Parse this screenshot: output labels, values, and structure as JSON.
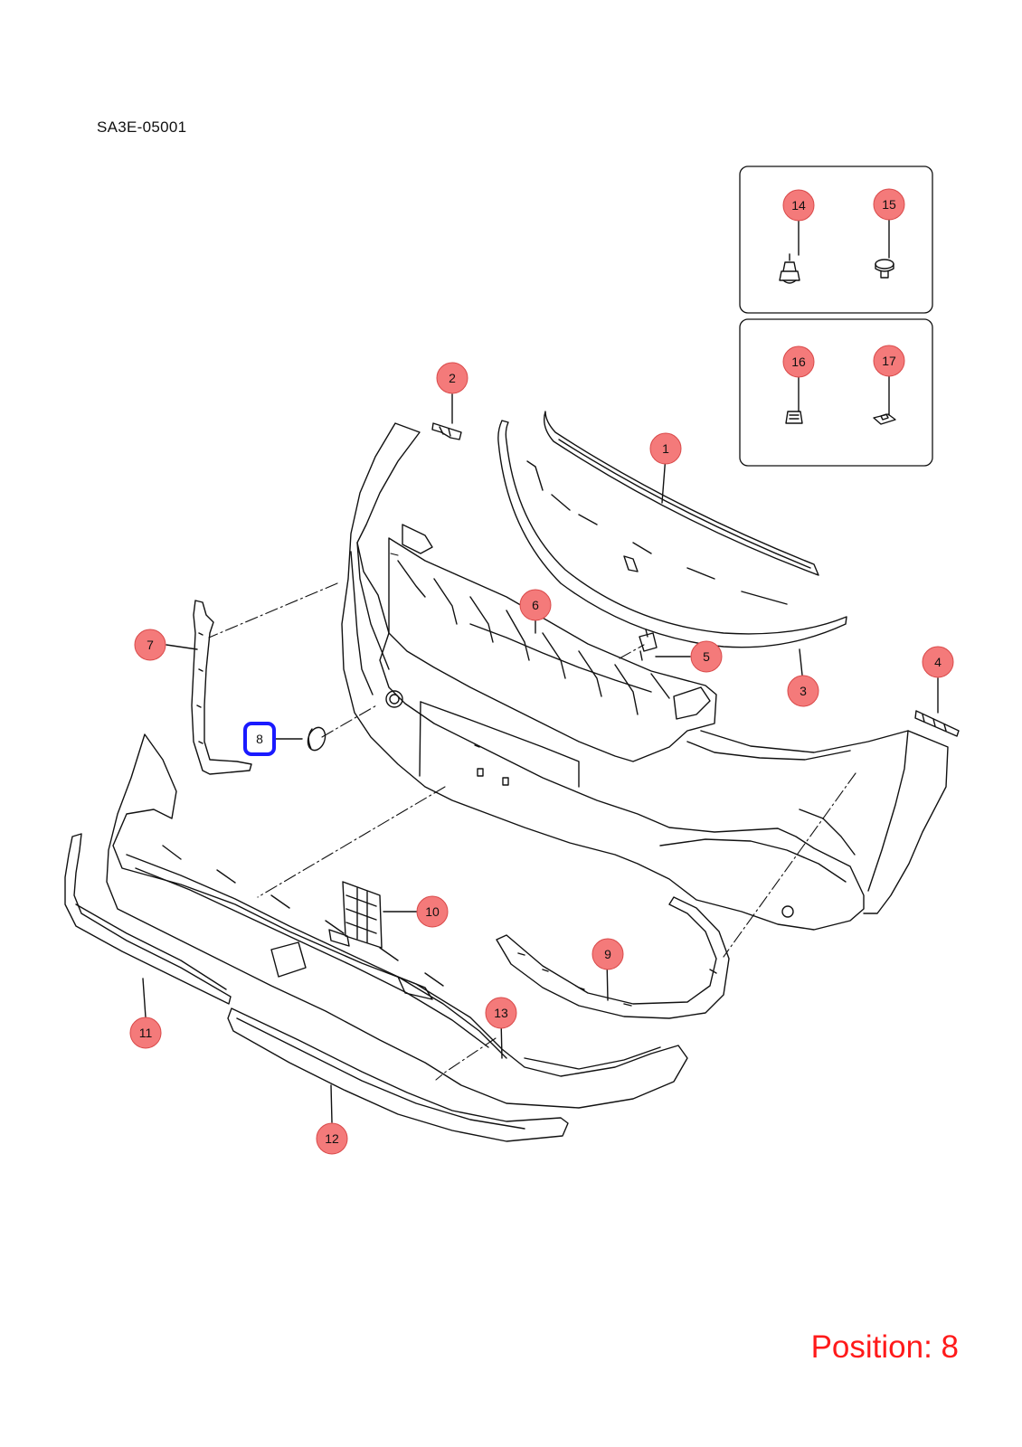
{
  "diagram_code": "SA3E-05001",
  "position_label": "Position: 8",
  "selected_callout": "8",
  "callouts": [
    {
      "id": "c1",
      "label": "1"
    },
    {
      "id": "c2",
      "label": "2"
    },
    {
      "id": "c3",
      "label": "3"
    },
    {
      "id": "c4",
      "label": "4"
    },
    {
      "id": "c5",
      "label": "5"
    },
    {
      "id": "c6",
      "label": "6"
    },
    {
      "id": "c7",
      "label": "7"
    },
    {
      "id": "c8",
      "label": "8"
    },
    {
      "id": "c9",
      "label": "9"
    },
    {
      "id": "c10",
      "label": "10"
    },
    {
      "id": "c11",
      "label": "11"
    },
    {
      "id": "c12",
      "label": "12"
    },
    {
      "id": "c13",
      "label": "13"
    },
    {
      "id": "c14",
      "label": "14"
    },
    {
      "id": "c15",
      "label": "15"
    },
    {
      "id": "c16",
      "label": "16"
    },
    {
      "id": "c17",
      "label": "17"
    }
  ],
  "colors": {
    "callout_fill": "#f47a7a",
    "callout_stroke": "#d94a4a",
    "selected_stroke": "#1a1aff",
    "position_text": "#ff1a1a",
    "line": "#111111"
  }
}
